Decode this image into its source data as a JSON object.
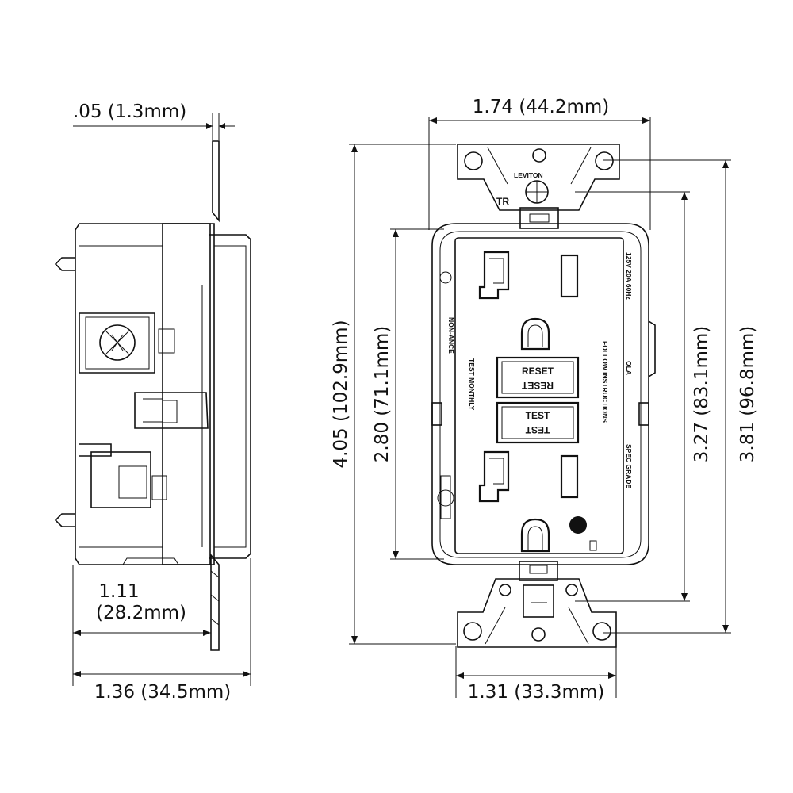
{
  "dimensions": {
    "plate_thickness": ".05 (1.3mm)",
    "overall_width": "1.74 (44.2mm)",
    "overall_height": "4.05 (102.9mm)",
    "face_height": "2.80 (71.1mm)",
    "body_height": "3.27 (83.1mm)",
    "mount_hole_spacing": "3.81 (96.8mm)",
    "depth_behind_plate_in": "1.11",
    "depth_behind_plate_mm": "(28.2mm)",
    "overall_depth": "1.36 (34.5mm)",
    "body_width": "1.31 (33.3mm)"
  },
  "markings": {
    "brand": "LEVITON",
    "tr": "TR",
    "reset": "RESET",
    "test": "TEST",
    "rating": "125V 20A 60Hz",
    "line1": "TEST MONTHLY",
    "line2": "FOLLOW INSTRUCTIONS",
    "grade": "SPEC GRADE",
    "ola": "OLA",
    "compliance": "NON-ANCE"
  },
  "colors": {
    "line": "#111111",
    "background": "#ffffff"
  }
}
